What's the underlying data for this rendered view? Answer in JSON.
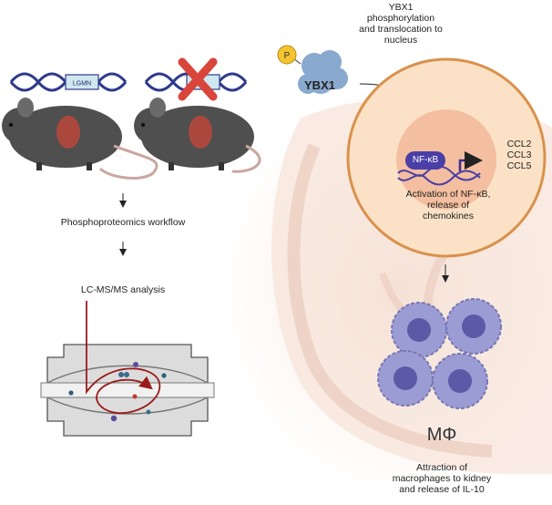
{
  "gene_label": "LGMN",
  "phospho_badge": "P",
  "ybx1_label": "YBX1",
  "ybx1_caption": [
    "YBX1",
    "phosphorylation",
    "and translocation to",
    "nucleus"
  ],
  "workflow_step1": "Phosphoproteomics workflow",
  "workflow_step2": "LC-MS/MS analysis",
  "nfkb_label": "NF-κB",
  "chemokines": [
    "CCL2",
    "CCL3",
    "CCL5"
  ],
  "nfkb_caption": [
    "Activation of NF-κB,",
    "release of",
    "chemokines"
  ],
  "macrophage_symbol": "MΦ",
  "macrophage_caption": [
    "Attraction of",
    "macrophages to kidney",
    "and release of IL-10"
  ],
  "colors": {
    "dna_blue": "#2e3a8c",
    "cross_red": "#d9453a",
    "mouse_gray": "#4f4f4f",
    "kidney_red": "#b5473b",
    "kidney_bg": "#f6e6dc",
    "cell_fill": "#fbe2c6",
    "cell_border": "#d9914c",
    "nucleus_fill": "#f4bfa0",
    "ybx1_blue": "#8aa9cf",
    "phospho_yellow": "#f4c430",
    "nfkb_purple": "#4b3ea6",
    "macrophage_purple": "#9c9cd4",
    "arrow_red": "#9b1c1c"
  }
}
